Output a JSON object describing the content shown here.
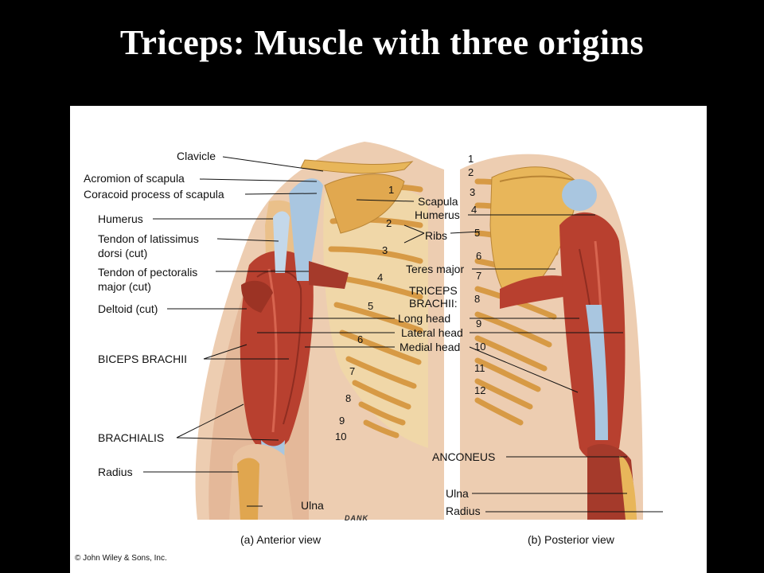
{
  "title": "Triceps: Muscle with three origins",
  "figure": {
    "anterior_labels": {
      "clavicle": "Clavicle",
      "acromion": "Acromion of scapula",
      "coracoid": "Coracoid process of scapula",
      "humerus": "Humerus",
      "lat_tendon_1": "Tendon of latissimus",
      "lat_tendon_2": "dorsi (cut)",
      "pec_tendon_1": "Tendon of pectoralis",
      "pec_tendon_2": "major (cut)",
      "deltoid": "Deltoid (cut)",
      "biceps": "BICEPS BRACHII",
      "brachialis": "BRACHIALIS",
      "radius": "Radius",
      "ulna": "Ulna"
    },
    "middle_labels": {
      "scapula": "Scapula",
      "humerus": "Humerus",
      "ribs": "Ribs",
      "teres_major": "Teres major",
      "triceps_1": "TRICEPS",
      "triceps_2": "BRACHII:",
      "long_head": "Long head",
      "lateral_head": "Lateral head",
      "medial_head": "Medial head"
    },
    "posterior_labels": {
      "anconeus": "ANCONEUS",
      "ulna": "Ulna",
      "radius": "Radius"
    },
    "anterior_rib_numbers": [
      "1",
      "2",
      "3",
      "4",
      "5",
      "6",
      "7",
      "8",
      "9",
      "10"
    ],
    "posterior_rib_numbers": [
      "1",
      "2",
      "3",
      "4",
      "5",
      "6",
      "7",
      "8",
      "9",
      "10",
      "11",
      "12"
    ],
    "caption_a": "(a)  Anterior view",
    "caption_b": "(b) Posterior view",
    "copyright": "© John Wiley & Sons, Inc.",
    "artist_signature": "DANK"
  },
  "colors": {
    "background": "#000000",
    "title": "#ffffff",
    "panel": "#ffffff",
    "skin": "#e9c3a2",
    "bone": "#e8b65a",
    "muscle": "#b8402f",
    "tendon": "#a9c6e0"
  }
}
